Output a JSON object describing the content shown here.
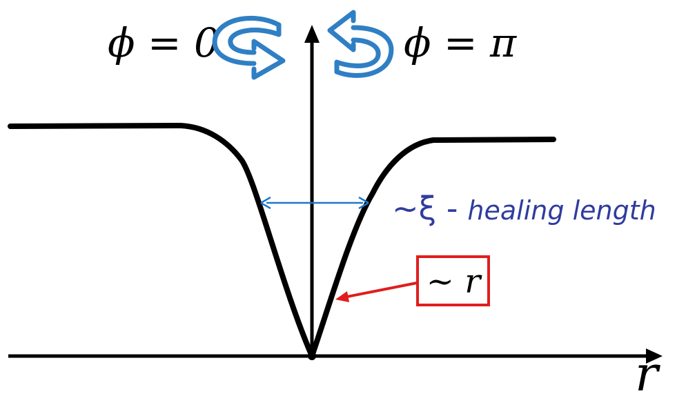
{
  "labels": {
    "phi_left": "ϕ = 0",
    "phi_right": "ϕ = π",
    "healing_prefix": "~ξ -",
    "healing_text": "healing length",
    "linear_label": "~ r",
    "r_axis": "r"
  },
  "icons": {
    "left_rotation": "rotation-arrow-icon",
    "right_rotation": "rotation-arrow-icon"
  },
  "colors": {
    "curve": "#000000",
    "axes": "#000000",
    "rotation_arrows": "#2f7fc4",
    "healing_arrow": "#1f77c8",
    "healing_text": "#2f3c9e",
    "linear_box": "#e01d1d",
    "linear_arrow": "#e01d1d"
  }
}
